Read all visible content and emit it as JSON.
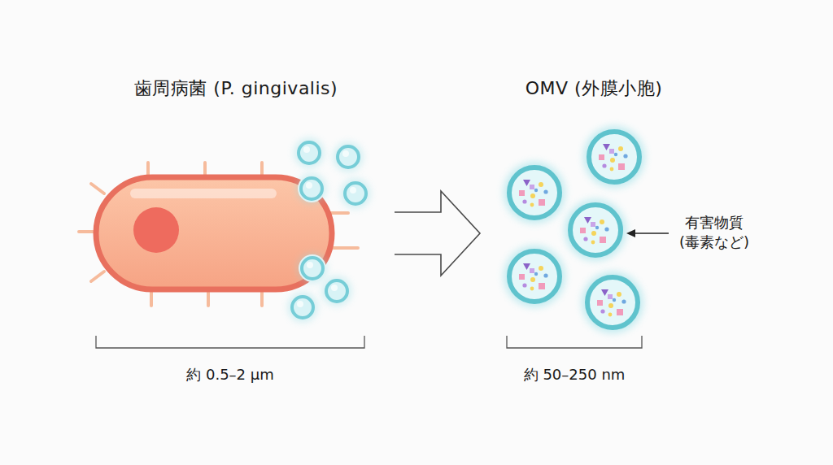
{
  "diagram": {
    "nodes": [
      {
        "text": [
          "歯周病菌 (P. gingivalis)"
        ]
      },
      {
        "text": [
          "OMV (外膜小胞)"
        ]
      }
    ],
    "edges": [
      {
        "from": 0,
        "to": 1,
        "arrow": "to"
      }
    ],
    "labels": [
      "有害物質 (毒素など)",
      "約 0.5–2 μm",
      "約 50–250 nm"
    ]
  }
}
